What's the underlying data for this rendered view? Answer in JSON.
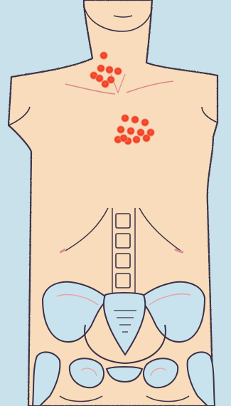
{
  "colors": {
    "background": "#c8e1ea",
    "skin": "#f8dcbc",
    "outline": "#3a3146",
    "bone_fill": "#c9e3ee",
    "bone_outline": "#3a3146",
    "bone_inner": "#e8a6a8",
    "dot_fill": "#ee3a1e",
    "dot_glow": "#f6907a"
  },
  "figure": {
    "view": "anterior-torso",
    "icons": [
      "torso-outline-icon",
      "pelvis-icon",
      "spine-icon"
    ]
  },
  "markers": {
    "neck_cluster_count": 8,
    "chest_cluster_count": 12
  }
}
